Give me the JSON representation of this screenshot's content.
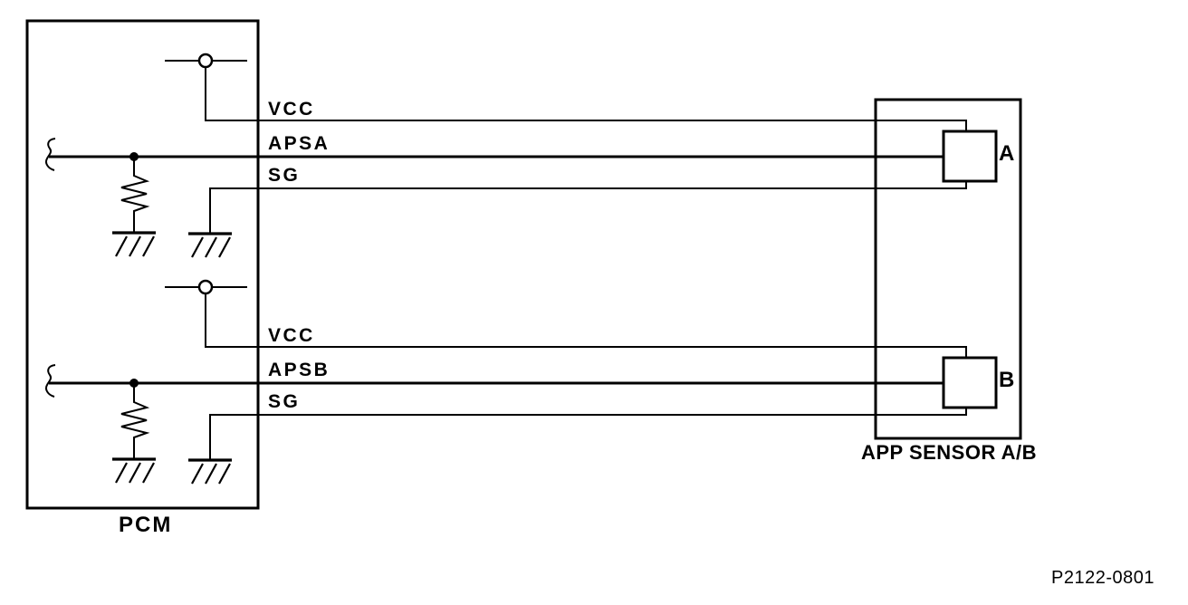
{
  "figure_number": "P2122-0801",
  "colors": {
    "line": "#000000",
    "background": "#ffffff"
  },
  "pcm": {
    "label": "PCM",
    "sections": [
      {
        "id": "A",
        "wires": [
          {
            "label": "VCC"
          },
          {
            "label": "APSA"
          },
          {
            "label": "SG"
          }
        ]
      },
      {
        "id": "B",
        "wires": [
          {
            "label": "VCC"
          },
          {
            "label": "APSB"
          },
          {
            "label": "SG"
          }
        ]
      }
    ]
  },
  "app_sensor": {
    "label": "APP SENSOR A/B",
    "connectors": [
      {
        "label": "A"
      },
      {
        "label": "B"
      }
    ]
  },
  "symbols": {
    "voltage_source": "open-circle-with-crossbar",
    "junction": "filled-dot",
    "resistor": "vertical-zigzag",
    "ground": "bar-with-three-hatches",
    "wire_break": "s-squiggle"
  }
}
